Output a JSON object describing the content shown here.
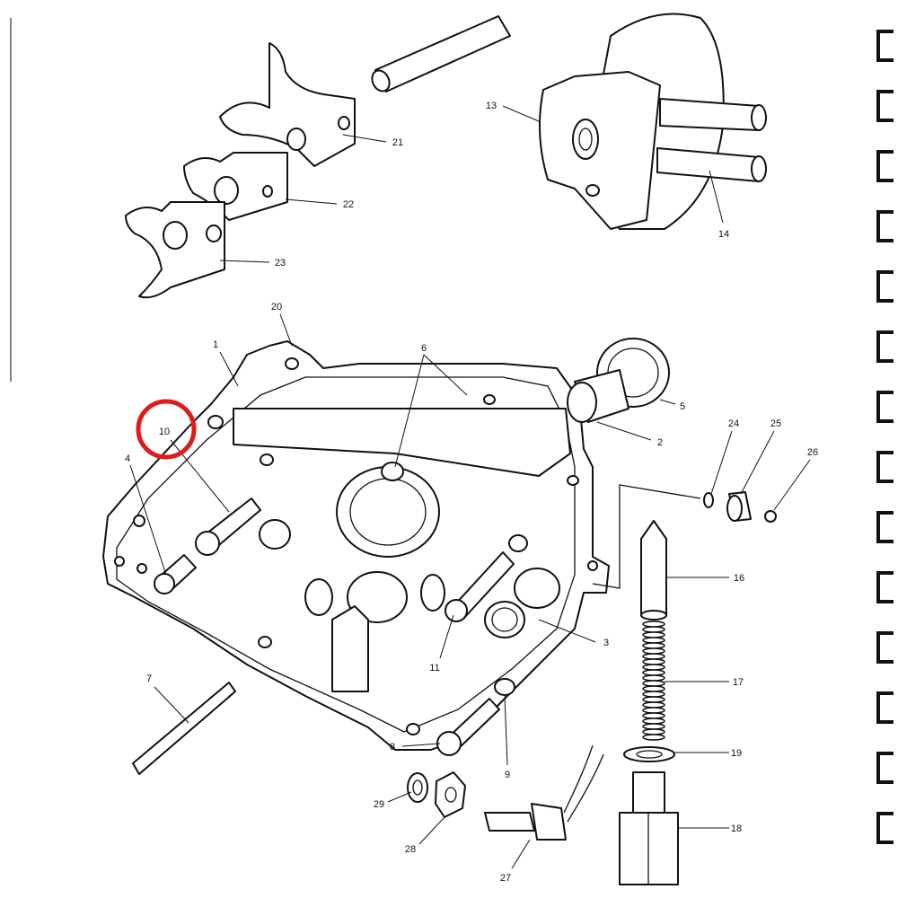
{
  "diagram": {
    "callouts": [
      "21",
      "22",
      "23",
      "13",
      "14",
      "20",
      "1",
      "6",
      "5",
      "2",
      "24",
      "25",
      "26",
      "10",
      "4",
      "16",
      "3",
      "11",
      "17",
      "7",
      "8",
      "9",
      "19",
      "18",
      "29",
      "28",
      "27"
    ],
    "highlighted_callout": "10",
    "highlight_color": "#e01b1b"
  }
}
